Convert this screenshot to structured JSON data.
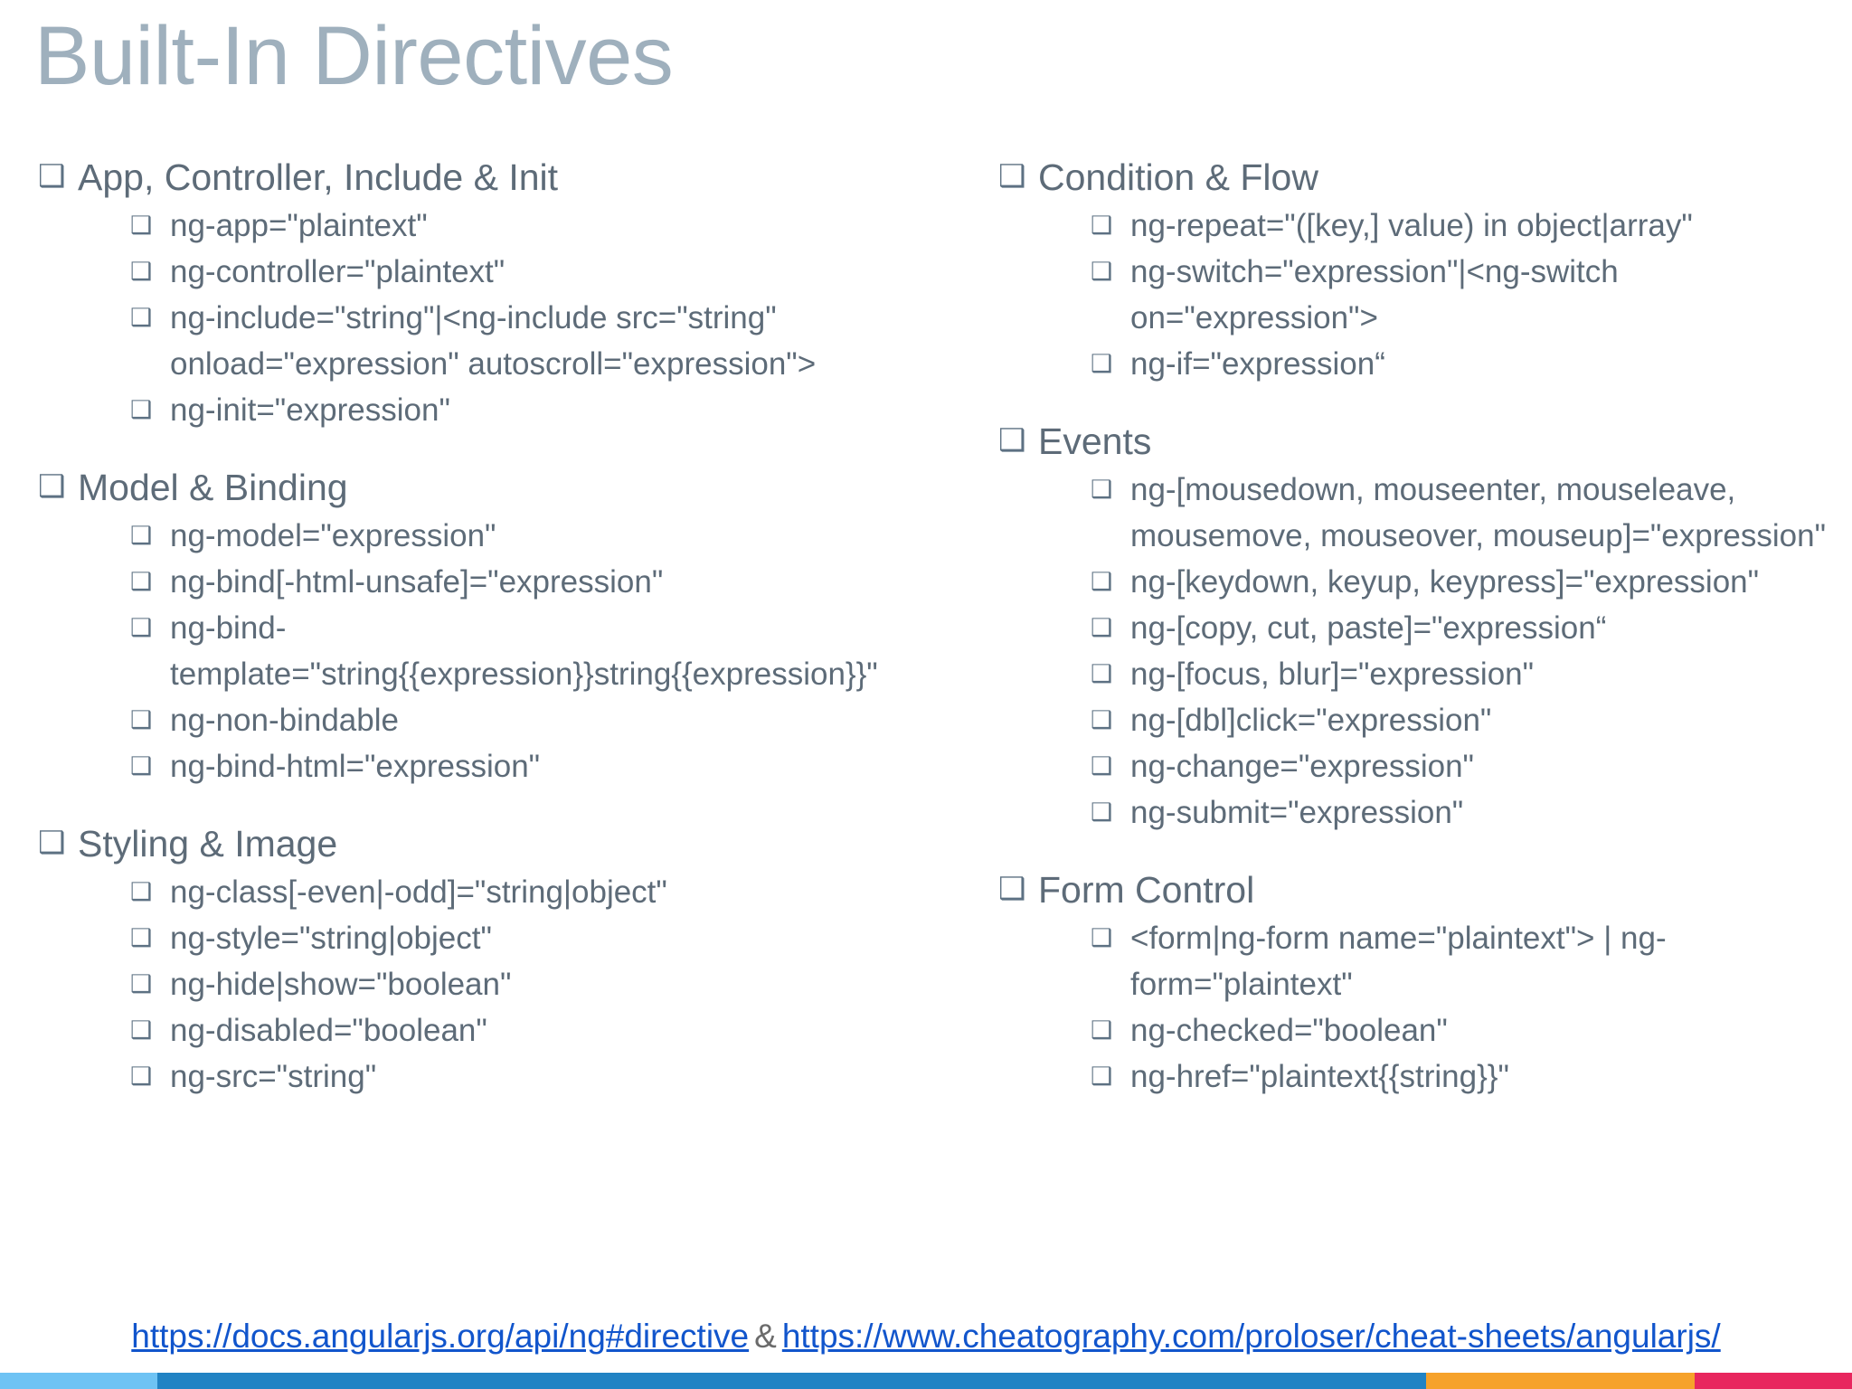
{
  "title": "Built-In Directives",
  "bullet_glyph": "❑",
  "colors": {
    "title": "#9fb0bd",
    "text": "#5d6b78",
    "bullet": "#5d7183",
    "link": "#1155cc",
    "bar_light_blue": "#6ec3f4",
    "bar_blue": "#2183c4",
    "bar_orange": "#f6a22b",
    "bar_red": "#e8265e"
  },
  "columns": {
    "left": [
      {
        "heading": "App, Controller, Include & Init",
        "items": [
          "ng-app=\"plaintext\"",
          "ng-controller=\"plaintext\"",
          "ng-include=\"string\"|<ng-include src=\"string\" onload=\"expression\" autoscroll=\"expression\">",
          "ng-init=\"expression\""
        ]
      },
      {
        "heading": "Model & Binding",
        "items": [
          "ng-model=\"expression\"",
          "ng-bind[-html-unsafe]=\"expression\"",
          "ng-bind-template=\"string{{expression}}string{{expression}}\"",
          "ng-non-bindable",
          "ng-bind-html=\"expression\""
        ]
      },
      {
        "heading": "Styling & Image",
        "items": [
          "ng-class[-even|-odd]=\"string|object\"",
          "ng-style=\"string|object\"",
          "ng-hide|show=\"boolean\"",
          "ng-disabled=\"boolean\"",
          "ng-src=\"string\""
        ]
      }
    ],
    "right": [
      {
        "heading": "Condition & Flow",
        "items": [
          "ng-repeat=\"([key,] value) in object|array\"",
          "ng-switch=\"expression\"|<ng-switch on=\"expression\">",
          "ng-if=\"expression“"
        ]
      },
      {
        "heading": "Events",
        "items": [
          "ng-[mousedown, mouseenter, mouseleave, mousemove, mouseover, mouseup]=\"expression\"",
          "ng-[keydown, keyup, keypress]=\"expression\"",
          "ng-[copy, cut, paste]=\"expression“",
          "ng-[focus, blur]=\"expression\"",
          "ng-[dbl]click=\"expression\"",
          "ng-change=\"expression\"",
          "ng-submit=\"expression\""
        ]
      },
      {
        "heading": "Form Control",
        "items": [
          "<form|ng-form name=\"plaintext\"> | ng-form=\"plaintext\"",
          "ng-checked=\"boolean\"",
          "ng-href=\"plaintext{{string}}\""
        ]
      }
    ]
  },
  "footer": {
    "link1": "https://docs.angularjs.org/api/ng#directive",
    "separator": "&",
    "link2": "https://www.cheatography.com/proloser/cheat-sheets/angularjs/"
  },
  "bottom_bar": [
    {
      "name": "light-blue",
      "color": "#6ec3f4",
      "width_pct": 8.5
    },
    {
      "name": "blue",
      "color": "#2183c4",
      "width_pct": 68.5
    },
    {
      "name": "orange",
      "color": "#f6a22b",
      "width_pct": 14.5
    },
    {
      "name": "red",
      "color": "#e8265e",
      "width_pct": 8.5
    }
  ]
}
